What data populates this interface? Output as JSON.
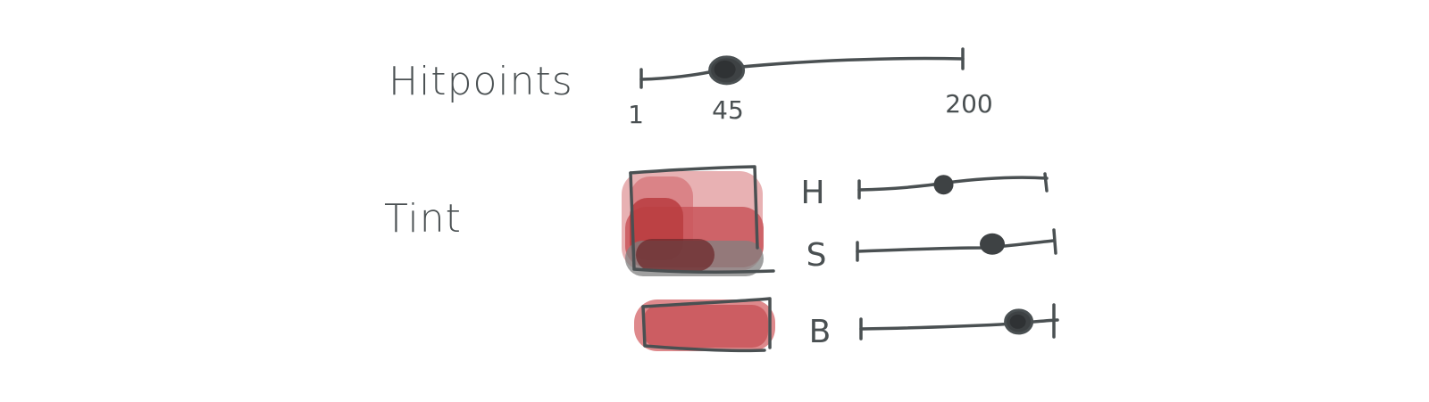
{
  "hitpoints": {
    "label": "Hitpoints",
    "min_label": "1",
    "value_label": "45",
    "max_label": "200",
    "min": 1,
    "max": 200,
    "value": 45
  },
  "tint": {
    "label": "Tint",
    "preview_color": "#c9565a",
    "preview_dark_color": "#6e2a2c",
    "sliders": [
      {
        "key": "H",
        "label": "H",
        "level": 0.45
      },
      {
        "key": "S",
        "label": "S",
        "level": 0.68
      },
      {
        "key": "B",
        "label": "B",
        "level": 0.81
      }
    ]
  },
  "colors": {
    "ink": "#4a5052",
    "swatch_red": "#c9565a",
    "swatch_light": "#e6a9ab",
    "swatch_shadow": "#808080"
  }
}
